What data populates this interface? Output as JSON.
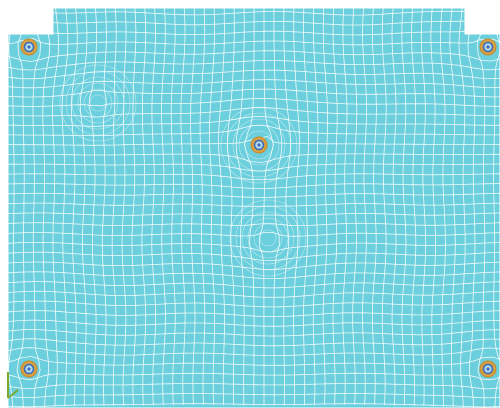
{
  "viewport": {
    "kind": "fea-mesh-view",
    "visible_text": []
  },
  "mesh": {
    "element_shape": "quadrilateral",
    "fill_color": "#6ccfdd",
    "edge_color": "#ffffff",
    "background_color": "#ffffff"
  },
  "markers": {
    "fill_color": "#d8a043",
    "ring_color": "#3a6fb5",
    "center_color": "#b8d8ef",
    "items": [
      {
        "name": "mounting-hole-top-left"
      },
      {
        "name": "mounting-hole-top-right"
      },
      {
        "name": "mounting-hole-center"
      },
      {
        "name": "mounting-hole-bottom-left"
      },
      {
        "name": "mounting-hole-bottom-right"
      }
    ]
  },
  "axis_triad": {
    "color": "#7ca832"
  }
}
